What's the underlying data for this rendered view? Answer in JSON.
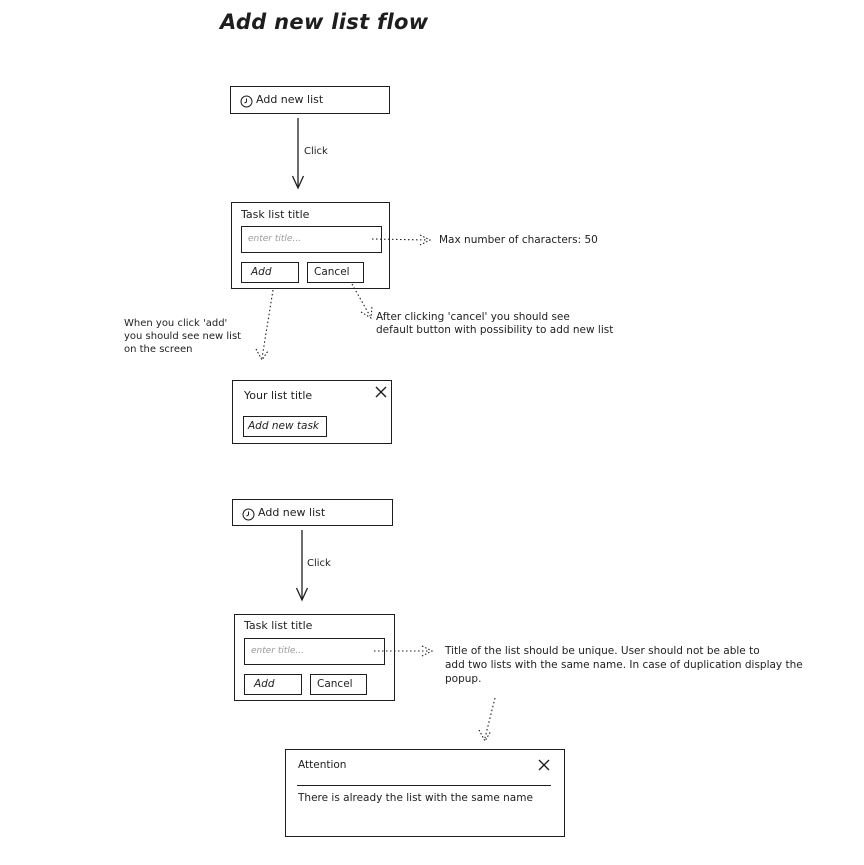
{
  "diagram_title": "Add new list flow",
  "flow1": {
    "add_new_list_label": "Add new list",
    "click_label": "Click",
    "form": {
      "title_label": "Task list title",
      "input_placeholder": "enter title...",
      "add_label": "Add",
      "cancel_label": "Cancel"
    },
    "note_max_chars": "Max number of characters: 50",
    "note_add": [
      "When you click 'add'",
      "you should see new list",
      "on the screen"
    ],
    "note_cancel": [
      "After clicking 'cancel' you should see",
      "default button with possibility to add new list"
    ],
    "new_list_card": {
      "title": "Your list title",
      "add_task_label": "Add new task"
    }
  },
  "flow2": {
    "add_new_list_label": "Add new list",
    "click_label": "Click",
    "form": {
      "title_label": "Task list title",
      "input_placeholder": "enter title...",
      "add_label": "Add",
      "cancel_label": "Cancel"
    },
    "note_unique": [
      "Title of the list should be unique. User should not be able to",
      "add two lists with the same name. In case of duplication display the",
      "popup."
    ],
    "popup": {
      "title": "Attention",
      "message": "There is already the list with the same name"
    }
  },
  "colors": {
    "stroke": "#1e1e1e",
    "background": "#ffffff",
    "placeholder": "#9a9a9a"
  },
  "icons": [
    "plus-circle-icon",
    "arrow-down-icon",
    "dotted-arrow-icon",
    "close-icon"
  ]
}
